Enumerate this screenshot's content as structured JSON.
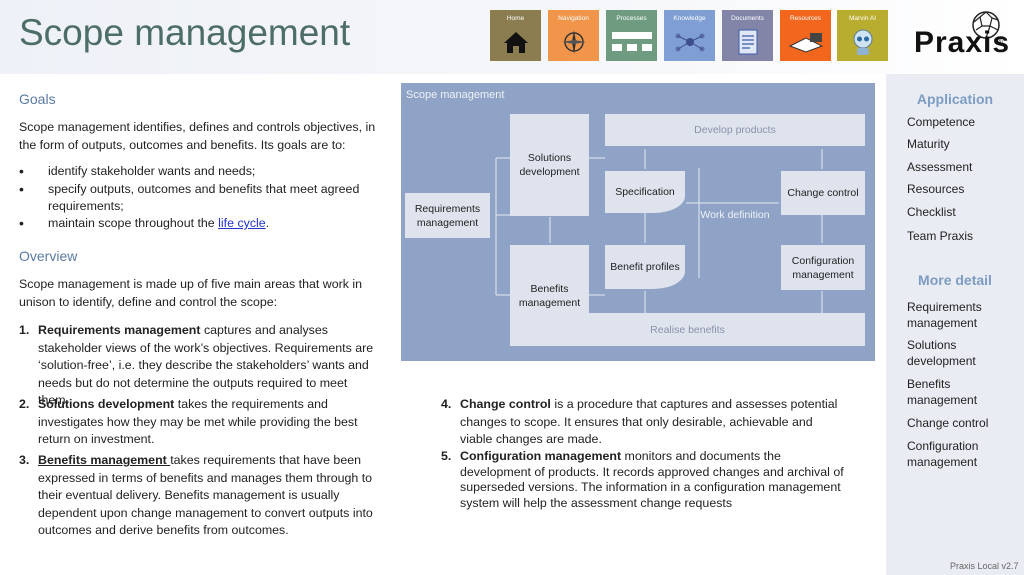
{
  "header": {
    "title": "Scope management",
    "nav": [
      {
        "label": "Home",
        "color": "#8b7d4f",
        "icon": "home-icon"
      },
      {
        "label": "Navigation",
        "color": "#f0954a",
        "icon": "compass-icon"
      },
      {
        "label": "Processes",
        "color": "#6f9c80",
        "icon": "process-icon"
      },
      {
        "label": "Knowledge",
        "color": "#7f9fd4",
        "icon": "network-icon"
      },
      {
        "label": "Documents",
        "color": "#8385a8",
        "icon": "document-icon"
      },
      {
        "label": "Resources",
        "color": "#f2671d",
        "icon": "resources-icon"
      },
      {
        "label": "Marvin AI",
        "color": "#b9ad2f",
        "icon": "robot-icon"
      }
    ],
    "logo": "Praxis",
    "logo_mark": "®"
  },
  "goals": {
    "heading": "Goals",
    "intro": "Scope management identifies, defines and controls objectives, in the form of outputs, outcomes and benefits. Its goals are to:",
    "bullets": [
      "identify stakeholder wants and needs;",
      "specify outputs, outcomes and benefits that meet agreed requirements;",
      "maintain scope throughout the"
    ],
    "bullet3_link": "life cycle",
    "bullet3_end": "."
  },
  "overview": {
    "heading": "Overview",
    "intro": "Scope management is made up of five main areas that work in unison to identify, define and control the scope:",
    "items": [
      {
        "num": "1.",
        "term": "Requirements management",
        "text": " captures and analyses stakeholder views of the work’s objectives. Requirements are ‘solution-free’, i.e. they describe the stakeholders’ wants and needs but do not determine the outputs required to meet them."
      },
      {
        "num": "2.",
        "term": "Solutions development",
        "text": " takes the requirements and investigates how they may be met while providing the best return on investment."
      },
      {
        "num": "3.",
        "term": "Benefits management ",
        "text": "takes requirements that have been expressed in terms of benefits and manages them through to their eventual delivery. Benefits management is usually dependent upon change management to convert outputs into outcomes and derive benefits from outcomes."
      },
      {
        "num": "4.",
        "term": "Change control",
        "text": " is a procedure that captures and assesses potential changes to scope. It ensures that only desirable, achievable and viable changes are made."
      },
      {
        "num": "5.",
        "term": "Configuration management",
        "text": " monitors and documents the development of products. It records approved changes and archival of superseded versions. The information in a configuration management system will help the assessment change requests"
      }
    ]
  },
  "diagram": {
    "title": "Scope management",
    "requirements": "Requirements management",
    "solutions": "Solutions development",
    "benefits": "Benefits management",
    "develop": "Develop products",
    "specification": "Specification",
    "benefit_profiles": "Benefit profiles",
    "work_definition": "Work definition",
    "change_control": "Change control",
    "configuration": "Configuration management",
    "realise": "Realise benefits"
  },
  "sidebar": {
    "application_heading": "Application",
    "application": [
      "Competence",
      "Maturity",
      "Assessment",
      "Resources",
      "Checklist",
      "Team Praxis"
    ],
    "more_heading": "More detail",
    "more": [
      "Requirements management",
      "Solutions development",
      "Benefits management",
      "Change control",
      "Configuration management"
    ]
  },
  "version": "Praxis Local v2.7"
}
